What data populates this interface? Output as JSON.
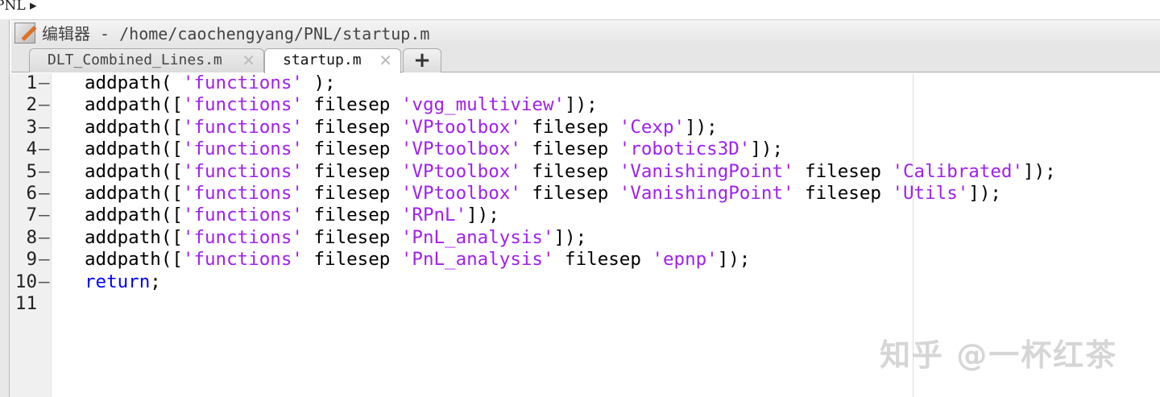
{
  "breadcrumb": {
    "text": "PNL ▸"
  },
  "editor": {
    "title": "编辑器 - /home/caochengyang/PNL/startup.m"
  },
  "tabs": [
    {
      "label": "DLT_Combined_Lines.m",
      "active": false
    },
    {
      "label": "startup.m",
      "active": true
    }
  ],
  "new_tab_label": "+",
  "code_colors": {
    "string": "#a020f0",
    "keyword": "#0000ff"
  },
  "lines": [
    {
      "num": "1",
      "bp": "–",
      "tokens": [
        [
          "t",
          "addpath( "
        ],
        [
          "s",
          "'functions'"
        ],
        [
          "t",
          " );"
        ]
      ]
    },
    {
      "num": "2",
      "bp": "–",
      "tokens": [
        [
          "t",
          "addpath(["
        ],
        [
          "s",
          "'functions'"
        ],
        [
          "t",
          " filesep "
        ],
        [
          "s",
          "'vgg_multiview'"
        ],
        [
          "t",
          "]);"
        ]
      ]
    },
    {
      "num": "3",
      "bp": "–",
      "tokens": [
        [
          "t",
          "addpath(["
        ],
        [
          "s",
          "'functions'"
        ],
        [
          "t",
          " filesep "
        ],
        [
          "s",
          "'VPtoolbox'"
        ],
        [
          "t",
          " filesep "
        ],
        [
          "s",
          "'Cexp'"
        ],
        [
          "t",
          "]);"
        ]
      ]
    },
    {
      "num": "4",
      "bp": "–",
      "tokens": [
        [
          "t",
          "addpath(["
        ],
        [
          "s",
          "'functions'"
        ],
        [
          "t",
          " filesep "
        ],
        [
          "s",
          "'VPtoolbox'"
        ],
        [
          "t",
          " filesep "
        ],
        [
          "s",
          "'robotics3D'"
        ],
        [
          "t",
          "]);"
        ]
      ]
    },
    {
      "num": "5",
      "bp": "–",
      "tokens": [
        [
          "t",
          "addpath(["
        ],
        [
          "s",
          "'functions'"
        ],
        [
          "t",
          " filesep "
        ],
        [
          "s",
          "'VPtoolbox'"
        ],
        [
          "t",
          " filesep "
        ],
        [
          "s",
          "'VanishingPoint'"
        ],
        [
          "t",
          " filesep "
        ],
        [
          "s",
          "'Calibrated'"
        ],
        [
          "t",
          "]);"
        ]
      ]
    },
    {
      "num": "6",
      "bp": "–",
      "tokens": [
        [
          "t",
          "addpath(["
        ],
        [
          "s",
          "'functions'"
        ],
        [
          "t",
          " filesep "
        ],
        [
          "s",
          "'VPtoolbox'"
        ],
        [
          "t",
          " filesep "
        ],
        [
          "s",
          "'VanishingPoint'"
        ],
        [
          "t",
          " filesep "
        ],
        [
          "s",
          "'Utils'"
        ],
        [
          "t",
          "]);"
        ]
      ]
    },
    {
      "num": "7",
      "bp": "–",
      "tokens": [
        [
          "t",
          "addpath(["
        ],
        [
          "s",
          "'functions'"
        ],
        [
          "t",
          " filesep "
        ],
        [
          "s",
          "'RPnL'"
        ],
        [
          "t",
          "]);"
        ]
      ]
    },
    {
      "num": "8",
      "bp": "–",
      "tokens": [
        [
          "t",
          "addpath(["
        ],
        [
          "s",
          "'functions'"
        ],
        [
          "t",
          " filesep "
        ],
        [
          "s",
          "'PnL_analysis'"
        ],
        [
          "t",
          "]);"
        ]
      ]
    },
    {
      "num": "9",
      "bp": "–",
      "tokens": [
        [
          "t",
          "addpath(["
        ],
        [
          "s",
          "'functions'"
        ],
        [
          "t",
          " filesep "
        ],
        [
          "s",
          "'PnL_analysis'"
        ],
        [
          "t",
          " filesep "
        ],
        [
          "s",
          "'epnp'"
        ],
        [
          "t",
          "]);"
        ]
      ]
    },
    {
      "num": "10",
      "bp": "–",
      "tokens": [
        [
          "k",
          "return"
        ],
        [
          "t",
          ";"
        ]
      ]
    },
    {
      "num": "11",
      "bp": "",
      "tokens": []
    }
  ],
  "watermark": "知乎 @一杯红茶"
}
